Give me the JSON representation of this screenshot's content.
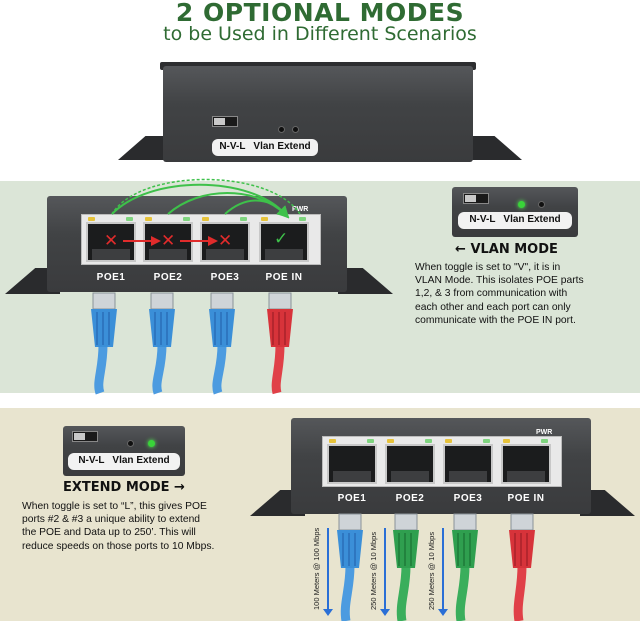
{
  "header": {
    "title": "2 OPTIONAL MODES",
    "subtitle": "to be Used in Different Scenarios"
  },
  "toggle_label": {
    "left": "N-V-L",
    "right": "Vlan Extend"
  },
  "ports": [
    "POE1",
    "POE2",
    "POE3",
    "POE IN"
  ],
  "pwr": "PWR",
  "vlan_mode": {
    "heading": "VLAN MODE",
    "arrow": "←",
    "lines": [
      "When toggle is set to \"V\", it is in",
      "VLAN Mode. This isolates POE parts",
      "1,2, & 3 from communication with",
      "each other and each port can only",
      "communicate with the POE IN port."
    ]
  },
  "extend_mode": {
    "heading": "EXTEND MODE",
    "arrow": "→",
    "lines": [
      "When toggle is set to “L”, this gives POE",
      "ports #2 & #3 a unique ability to extend",
      "the POE and Data up to 250’.  This will",
      "reduce speeds on those ports to 10 Mbps."
    ]
  },
  "distances": [
    "100 Meters @ 100 Mbps",
    "250 Meters @ 10 Mbps",
    "250 Meters @ 10 Mbps"
  ],
  "colors": {
    "title_green": "#2f6b33",
    "vlan_bg": "#dbe5d7",
    "extend_bg": "#e8e4cf",
    "cable_blue": "#3b8fd8",
    "cable_red": "#d7333a",
    "cable_green": "#2f9f4f"
  }
}
